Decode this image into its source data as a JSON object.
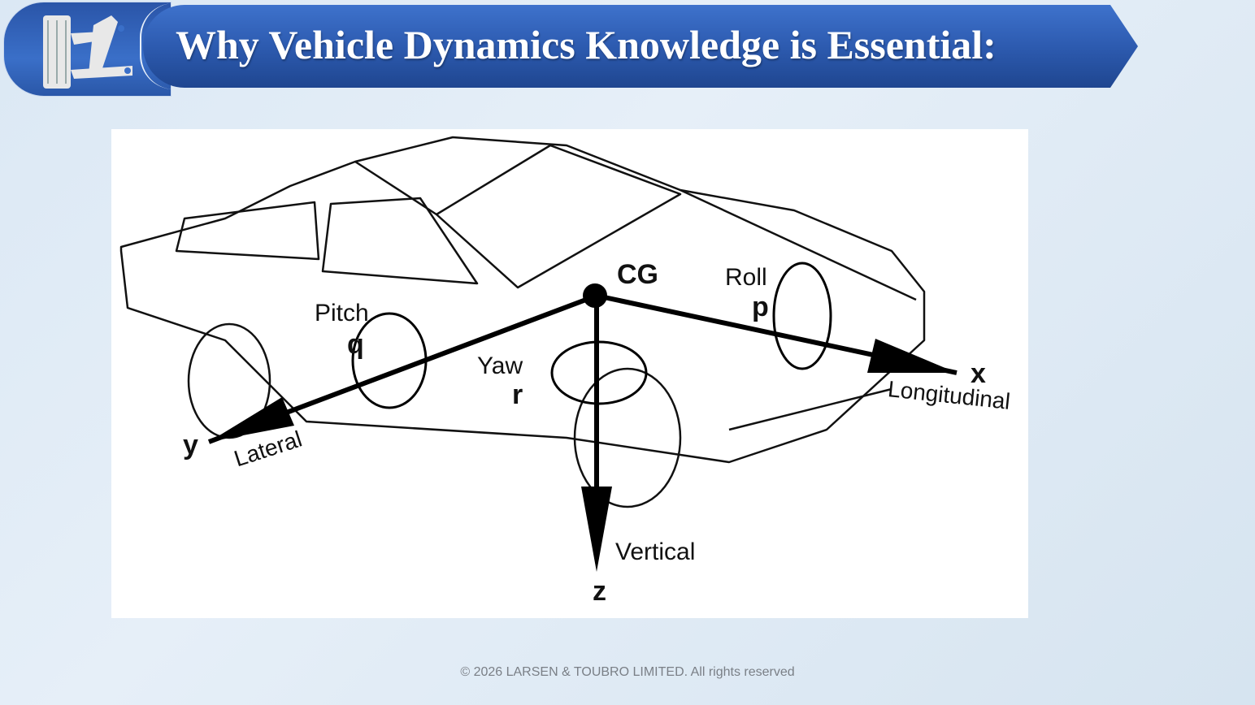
{
  "header": {
    "title": "Why Vehicle Dynamics Knowledge is Essential:"
  },
  "logo": {
    "icon": "suspension-tire-icon"
  },
  "diagram": {
    "cg": "CG",
    "roll": "Roll",
    "roll_symbol": "p",
    "pitch": "Pitch",
    "pitch_symbol": "q",
    "yaw": "Yaw",
    "yaw_symbol": "r",
    "x_axis": "x",
    "x_label": "Longitudinal",
    "y_axis": "y",
    "y_label": "Lateral",
    "z_axis": "z",
    "z_label": "Vertical"
  },
  "footer": {
    "copyright": "© 2026 LARSEN & TOUBRO LIMITED. All rights reserved"
  }
}
